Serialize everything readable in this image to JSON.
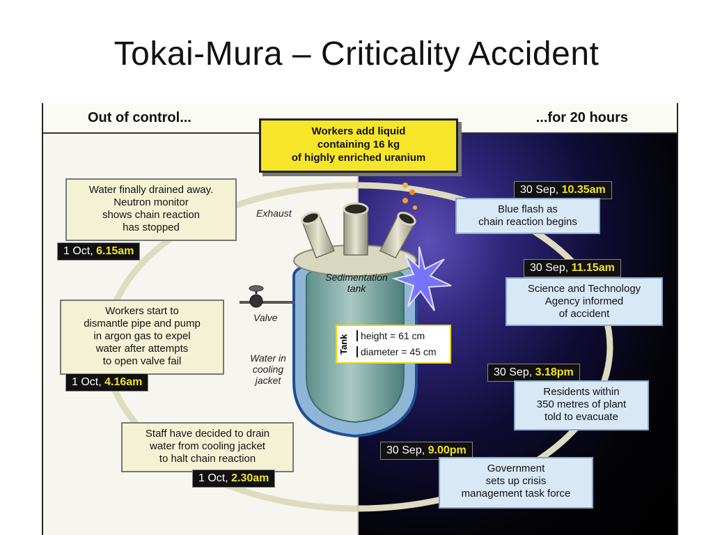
{
  "slide": {
    "title": "Tokai-Mura – Criticality Accident"
  },
  "header": {
    "left": "Out of control...",
    "right": "...for 20 hours"
  },
  "callout": {
    "line1": "Workers add liquid",
    "line2": "containing 16 kg",
    "line3": "of highly enriched uranium"
  },
  "tank": {
    "exhaust_label": "Exhaust",
    "name_line1": "Sedimentation",
    "name_line2": "tank",
    "valve_label": "Valve",
    "jacket_line1": "Water in",
    "jacket_line2": "cooling",
    "jacket_line3": "jacket",
    "dims_tag": "Tank",
    "height": "height = 61 cm",
    "diameter": "diameter = 45 cm"
  },
  "events": [
    {
      "date_prefix": "30 Sep, ",
      "time": "10.35am",
      "lines": [
        "Blue flash as",
        "chain reaction begins"
      ]
    },
    {
      "date_prefix": "30 Sep, ",
      "time": "11.15am",
      "lines": [
        "Science and Technology",
        "Agency informed",
        "of accident"
      ]
    },
    {
      "date_prefix": "30 Sep, ",
      "time": "3.18pm",
      "lines": [
        "Residents within",
        "350 metres of plant",
        "told to evacuate"
      ]
    },
    {
      "date_prefix": "30 Sep, ",
      "time": "9.00pm",
      "lines": [
        "Government",
        "sets up crisis",
        "management task force"
      ]
    },
    {
      "date_prefix": "1 Oct, ",
      "time": "2.30am",
      "lines": [
        "Staff have decided to drain",
        "water from cooling jacket",
        "to halt chain reaction"
      ]
    },
    {
      "date_prefix": "1 Oct, ",
      "time": "4.16am",
      "lines": [
        "Workers start to",
        "dismantle pipe and pump",
        "in argon gas to expel",
        "water after attempts",
        "to open valve fail"
      ]
    },
    {
      "date_prefix": "1 Oct, ",
      "time": "6.15am",
      "lines": [
        "Water finally drained away.",
        "Neutron monitor",
        "shows chain reaction",
        "has stopped"
      ]
    }
  ],
  "colors": {
    "date_highlight": "#f4e224",
    "callout_yellow": "#f7e52a",
    "box_blue": "#d8e8f7",
    "box_cream": "#f4f2d4"
  }
}
